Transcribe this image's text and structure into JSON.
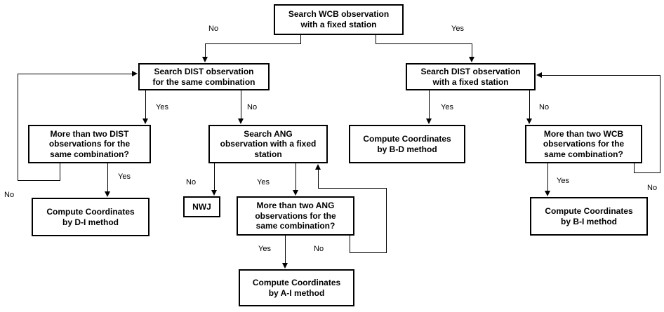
{
  "nodes": {
    "wcb_search": "Search WCB observation\nwith a fixed station",
    "dist_search_combination": "Search DIST observation\nfor the same combination",
    "dist_search_fixed": "Search DIST observation\nwith a fixed station",
    "dist_question": "More than two DIST\nobservations for the\nsame combination?",
    "ang_search": "Search ANG\nobservation with a fixed\nstation",
    "bd_compute": "Compute Coordinates\nby B-D method",
    "wcb_question": "More than two WCB\nobservations for the\nsame combination?",
    "di_compute": "Compute Coordinates\nby D-I method",
    "nwj": "NWJ",
    "ang_question": "More than two ANG\nobservations for the\nsame combination?",
    "bi_compute": "Compute Coordinates\nby B-I method",
    "ai_compute": "Compute Coordinates\nby A-I method"
  },
  "edge_labels": {
    "top_no": "No",
    "top_yes": "Yes",
    "combo_yes": "Yes",
    "combo_no": "No",
    "fixed_yes": "Yes",
    "fixed_no": "No",
    "distq_yes": "Yes",
    "distq_loop_no": "No",
    "ang_no": "No",
    "ang_yes": "Yes",
    "angq_yes": "Yes",
    "angq_loop_no": "No",
    "wcbq_yes": "Yes",
    "wcbq_loop_no": "No"
  },
  "colors": {
    "line": "#000000",
    "box_border": "#000000",
    "box_fill": "#ffffff",
    "background": "#ffffff"
  }
}
